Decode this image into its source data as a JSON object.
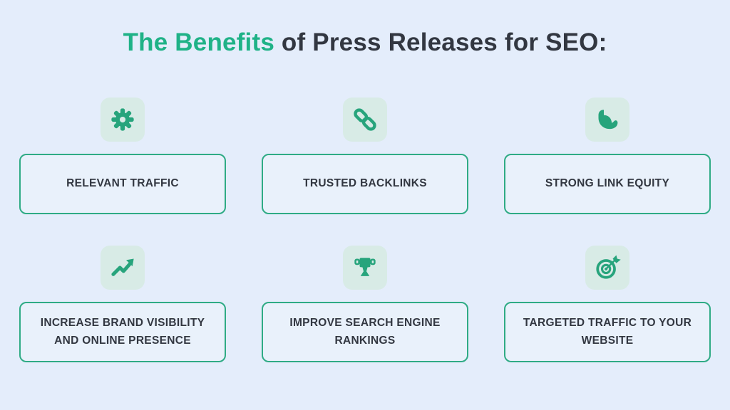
{
  "title": {
    "highlight": "The Benefits",
    "rest": " of Press Releases for SEO:"
  },
  "colors": {
    "background": "#e4edfb",
    "accent_green": "#27a47c",
    "title_green": "#1fb287",
    "tile_background": "#d8ebe6",
    "box_background": "#e9f1fb",
    "box_border": "#2fab85",
    "text_dark": "#323741"
  },
  "cards": [
    {
      "icon": "gear-icon",
      "label": "RELEVANT TRAFFIC"
    },
    {
      "icon": "link-icon",
      "label": "TRUSTED BACKLINKS"
    },
    {
      "icon": "muscle-icon",
      "label": "STRONG LINK EQUITY"
    },
    {
      "icon": "trending-up-icon",
      "label": "INCREASE BRAND VISIBILITY AND ONLINE PRESENCE"
    },
    {
      "icon": "trophy-icon",
      "label": "IMPROVE SEARCH ENGINE RANKINGS"
    },
    {
      "icon": "target-icon",
      "label": "TARGETED TRAFFIC TO YOUR WEBSITE"
    }
  ]
}
